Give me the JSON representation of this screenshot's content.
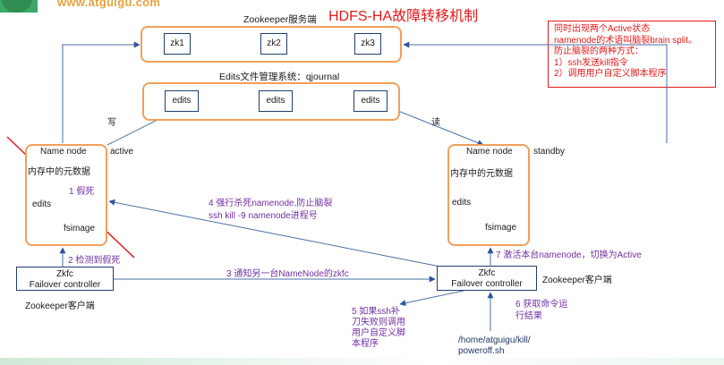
{
  "title": "HDFS-HA故障转移机制",
  "logo": "www.atguigu.com",
  "note": {
    "lines": [
      "同时出现两个Active状态",
      "namenode的术语叫脑裂brain split。",
      "防止脑裂的两种方式：",
      "1）ssh发送kill指令",
      "2）调用用户自定义脚本程序"
    ]
  },
  "zookeeper": {
    "label": "Zookeeper服务端",
    "nodes": [
      "zk1",
      "zk2",
      "zk3"
    ]
  },
  "journal": {
    "label": "Edits文件管理系统：qjournal",
    "nodes": [
      "edits",
      "edits",
      "edits"
    ]
  },
  "left_namenode": {
    "title": "Name node",
    "state": "active",
    "metadata": "内存中的元数据",
    "edits": "edits",
    "fsimage": "fsimage",
    "step1": "1 假死"
  },
  "right_namenode": {
    "title": "Name node",
    "state": "standby",
    "metadata": "内存中的元数据",
    "edits": "edits",
    "fsimage": "fsimage"
  },
  "left_zkfc": {
    "line1": "Zkfc",
    "line2": "Failover controller",
    "client_label": "Zookeeper客户端"
  },
  "right_zkfc": {
    "line1": "Zkfc",
    "line2": "Failover controller",
    "client_label": "Zookeeper客户端"
  },
  "write_label": "写",
  "read_label": "读",
  "steps": {
    "s2": "2 检测到假死",
    "s3": "3 通知另一台NameNode的zkfc",
    "s4_line1": "4 强行杀死namenode,防止脑裂",
    "s4_line2": "ssh kill -9 namenode进程号",
    "s5_lines": [
      "5 如果ssh补",
      "刀失败则调用",
      "用户自定义脚",
      "本程序"
    ],
    "s6_lines": [
      "6 获取命令运",
      "行结果"
    ],
    "s7": "7 激活本台namenode，切换为Active"
  },
  "script_path_lines": [
    "/home/atguigu/kill/",
    "poweroff.sh"
  ],
  "colors": {
    "accent_red": "#e31a1a",
    "box_orange": "#f0a05a",
    "step_purple": "#7030a0",
    "arrow_blue": "#2f5597"
  }
}
